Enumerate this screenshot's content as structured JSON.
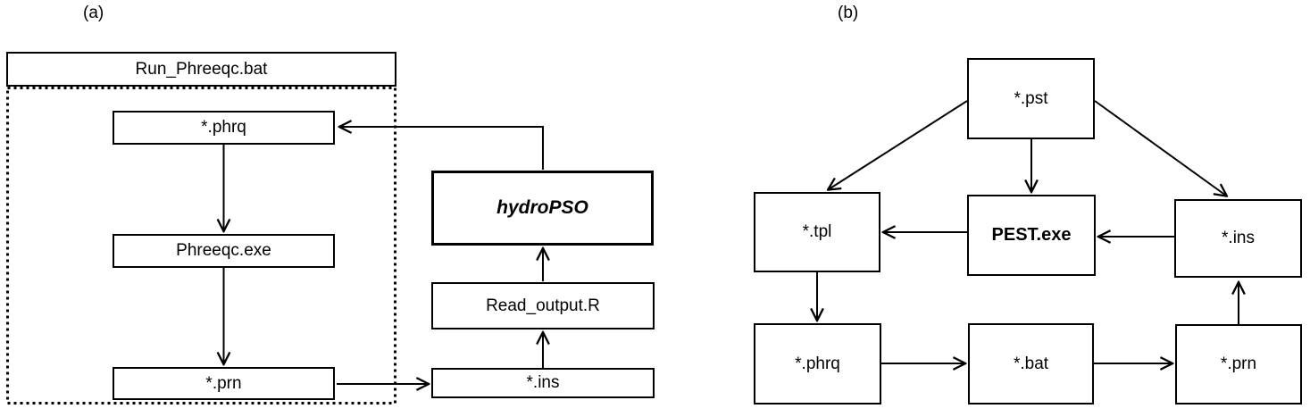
{
  "panel_a": {
    "label": "(a)",
    "boxes": {
      "run_bat": "Run_Phreeqc.bat",
      "phrq": "*.phrq",
      "phreeqc_exe": "Phreeqc.exe",
      "prn": "*.prn",
      "hydropso": "hydroPSO",
      "read_output": "Read_output.R",
      "ins": "*.ins"
    }
  },
  "panel_b": {
    "label": "(b)",
    "boxes": {
      "pst": "*.pst",
      "tpl": "*.tpl",
      "pest_exe": "PEST.exe",
      "ins": "*.ins",
      "phrq": "*.phrq",
      "bat": "*.bat",
      "prn": "*.prn"
    }
  },
  "colors": {
    "line": "#000000",
    "background": "#ffffff"
  }
}
